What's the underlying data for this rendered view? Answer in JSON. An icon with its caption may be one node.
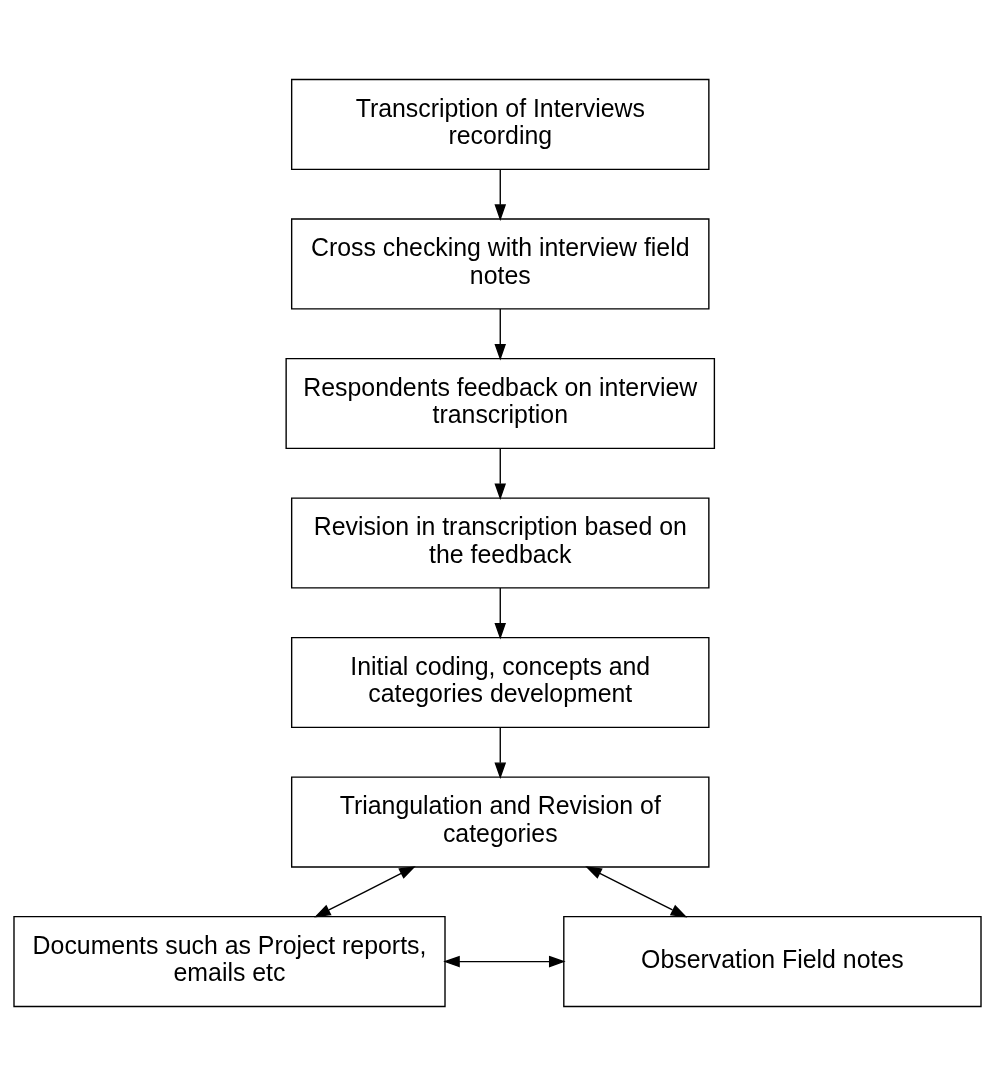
{
  "diagram": {
    "nodes": [
      {
        "text": [
          "Transcription of Interviews recording"
        ]
      },
      {
        "text": [
          "Cross checking with interview field notes"
        ]
      },
      {
        "text": [
          "Respondents feedback on interview transcription"
        ]
      },
      {
        "text": [
          "Revision in transcription based on the feedback"
        ]
      },
      {
        "text": [
          "Initial coding, concepts and categories development"
        ]
      },
      {
        "text": [
          "Triangulation and Revision of categories"
        ]
      },
      {
        "text": [
          "Documents such as Project reports, emails etc"
        ]
      },
      {
        "text": [
          "Observation Field notes"
        ]
      }
    ],
    "edges": [
      {
        "from": 0,
        "to": 1,
        "arrow": "to"
      },
      {
        "from": 1,
        "to": 2,
        "arrow": "to"
      },
      {
        "from": 2,
        "to": 3,
        "arrow": "to"
      },
      {
        "from": 3,
        "to": 4,
        "arrow": "to"
      },
      {
        "from": 4,
        "to": 5,
        "arrow": "to"
      },
      {
        "from": 5,
        "to": 6,
        "arrow": "both"
      },
      {
        "from": 5,
        "to": 7,
        "arrow": "both"
      },
      {
        "from": 6,
        "to": 7,
        "arrow": "both"
      }
    ]
  }
}
